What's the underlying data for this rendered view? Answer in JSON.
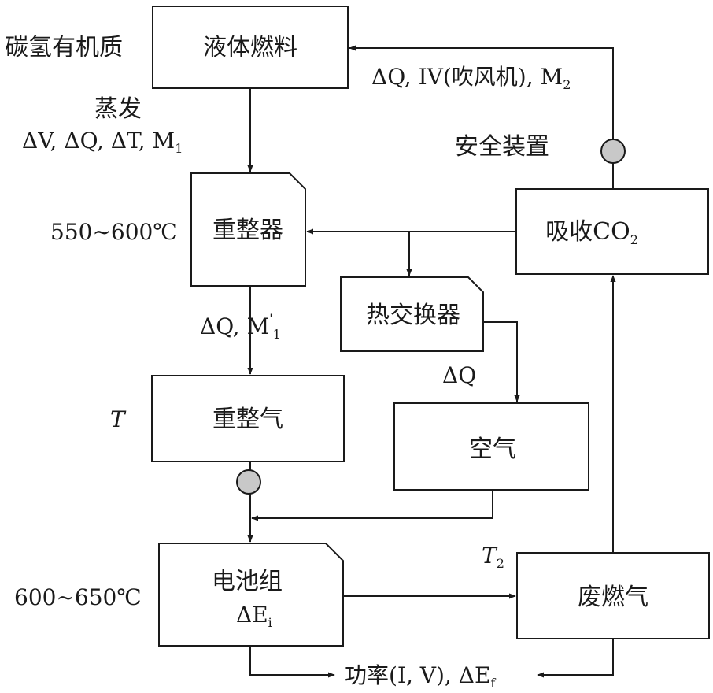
{
  "nodes": {
    "liquid_fuel": "液体燃料",
    "reformer": "重整器",
    "reformed_gas": "重整气",
    "cell_stack": "电池组",
    "heat_exchanger": "热交换器",
    "air": "空气",
    "co2_absorb_main": "吸收CO",
    "co2_absorb_sub": "2",
    "exhaust": "废燃气"
  },
  "labels": {
    "hydrocarbon": "碳氢有机质",
    "evaporation": "蒸发",
    "evap_params": {
      "a": "ΔV, ΔQ, ΔT, M",
      "sub": "1"
    },
    "reformer_temp": "550~600℃",
    "reform_flow": {
      "a": "ΔQ, M",
      "sup": "'",
      "sub": "1"
    },
    "reformed_temp": "T",
    "stack_temp": "600~650℃",
    "stack_delta": {
      "a": "ΔE",
      "sub": "i"
    },
    "hx_delta": "ΔQ",
    "safety": "安全装置",
    "return_flow": {
      "a": "ΔQ, IV(吹风机), M",
      "sub": "2"
    },
    "exhaust_temp": {
      "a": "T",
      "sub": "2"
    },
    "power": {
      "a": "功率(I, V), ΔE",
      "sub": "f"
    }
  }
}
